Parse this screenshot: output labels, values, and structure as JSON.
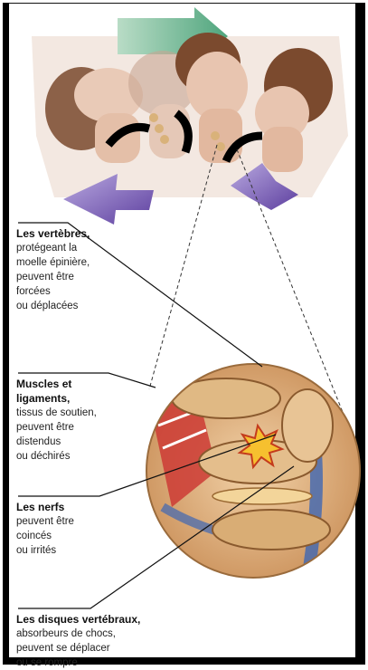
{
  "labels": {
    "vertebres": {
      "title": "Les vertèbres,",
      "body": "protégeant la\nmoelle épinière,\npeuvent être\nforcées\nou déplacées"
    },
    "muscles": {
      "title": "Muscles et\nligaments,",
      "body": "tissus de soutien,\npeuvent être\ndistendus\nou déchirés"
    },
    "nerfs": {
      "title": "Les nerfs",
      "body": "peuvent être\ncoincés\nou irrités"
    },
    "disques": {
      "title": "Les disques vertébraux,",
      "body": "absorbeurs de chocs,\npeuvent se déplacer\nou se rompre"
    }
  },
  "colors": {
    "arrow_green": "#5fae86",
    "arrow_purple": "#7c5fb8",
    "bone": "#d9b27a",
    "muscle_red": "#cc3b35",
    "nerve_blue": "#3f67b3",
    "skin": "#e8c5b0",
    "hair": "#7b4a2e"
  },
  "icons": [
    "whiplash-illustration",
    "spine-detail-magnifier"
  ]
}
